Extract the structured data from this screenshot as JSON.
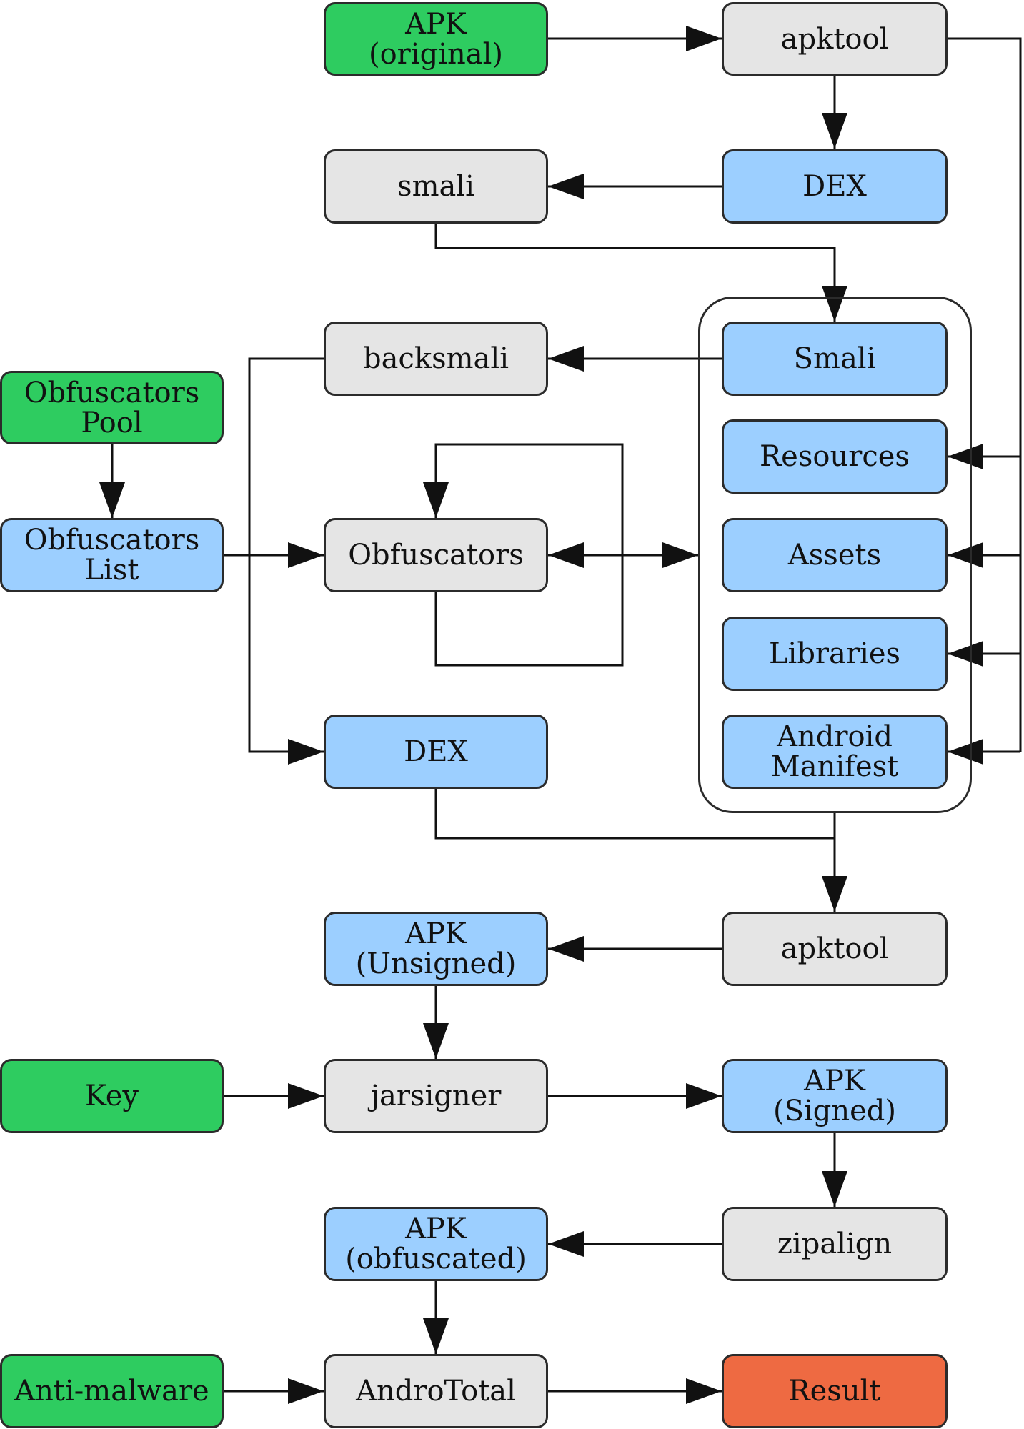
{
  "nodes": {
    "apk_original": "APK\n(original)",
    "apktool_top": "apktool",
    "smali_tool": "smali",
    "dex_top": "DEX",
    "backsmali": "backsmali",
    "obf_pool": "Obfuscators\nPool",
    "obf_list": "Obfuscators\nList",
    "obfuscators": "Obfuscators",
    "smali_res": "Smali",
    "resources": "Resources",
    "assets": "Assets",
    "libraries": "Libraries",
    "manifest": "Android\nManifest",
    "dex_mid": "DEX",
    "apktool_bottom": "apktool",
    "apk_unsigned": "APK\n(Unsigned)",
    "key": "Key",
    "jarsigner": "jarsigner",
    "apk_signed": "APK\n(Signed)",
    "zipalign": "zipalign",
    "apk_obfuscated": "APK\n(obfuscated)",
    "antimalware": "Anti-malware",
    "andrototal": "AndroTotal",
    "result": "Result"
  },
  "colors": {
    "input": "#2ecc60",
    "artifact": "#9ccfff",
    "tool": "#e5e5e5",
    "result": "#ee6a42"
  }
}
